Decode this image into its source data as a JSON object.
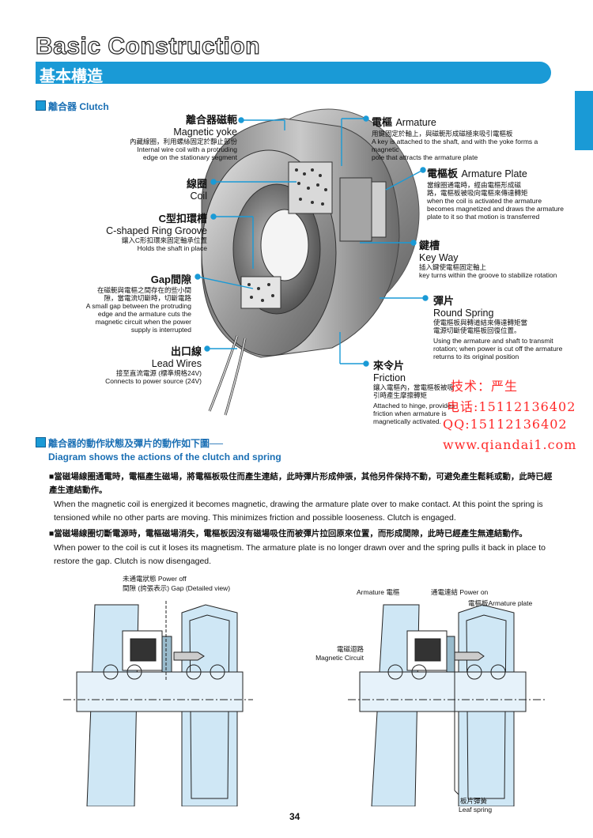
{
  "header": {
    "title_en": "Basic Construction",
    "title_zh": "基本構造"
  },
  "section1": {
    "label": "離合器 Clutch"
  },
  "labels_left": {
    "yoke": {
      "zh": "離合器磁軛",
      "en": "Magnetic yoke",
      "desc_zh": "內藏線圈，利用螺絲固定於靜止部份",
      "desc_en1": "Internal wire coil with a protruding",
      "desc_en2": "edge on the stationary segment"
    },
    "coil": {
      "zh": "線圈",
      "en": "Coil"
    },
    "groove": {
      "zh": "C型扣環槽",
      "en": "C-shaped Ring Groove",
      "desc_zh": "鑲入C形扣環來固定軸承位置",
      "desc_en": "Holds the shaft in place"
    },
    "gap": {
      "zh": "Gap間隙",
      "desc_zh1": "在磁軛與電樞之間存在的些小間",
      "desc_zh2": "隙，當電流切斷時，切斷電路",
      "desc_en1": "A small gap between the protruding",
      "desc_en2": "edge and the armature cuts the",
      "desc_en3": "magnetic circuit when the power",
      "desc_en4": "supply is interrupted"
    },
    "wires": {
      "zh": "出口線",
      "en": "Lead Wires",
      "desc_zh": "接至直流電源 (標準規格24V)",
      "desc_en": "Connects to power source (24V)"
    }
  },
  "labels_right": {
    "armature": {
      "zh": "電樞",
      "en": "Armature",
      "desc_zh": "用鍵固定於軸上，與磁軛形成磁極來吸引電樞板",
      "desc_en1": "A key is attached to the shaft, and with the yoke forms a magnetic",
      "desc_en2": "pole that attracts the armature plate"
    },
    "plate": {
      "zh": "電樞板",
      "en": "Armature Plate",
      "desc_zh1": "當線圈通電時，經由電樞形成磁",
      "desc_zh2": "路，電樞板被吸向電樞來傳達轉矩",
      "desc_en1": "when the coil is activated the armature",
      "desc_en2": "becomes magnetized and draws the armature",
      "desc_en3": "plate to it so that motion is transferred"
    },
    "key": {
      "zh": "鍵槽",
      "en": "Key Way",
      "desc_zh": "插入鍵使電樞固定軸上",
      "desc_en": "key turns within the groove to stabilize rotation"
    },
    "spring": {
      "zh": "彈片",
      "en": "Round Spring",
      "desc_zh1": "使電樞板與轉道結來傳達轉矩當",
      "desc_zh2": "電源切斷使電樞板回復位置。",
      "desc_en1": "Using the armature and shaft to transmit",
      "desc_en2": "rotation; when power is cut off the armature",
      "desc_en3": "returns to its original position"
    },
    "friction": {
      "zh": "來令片",
      "en": "Friction",
      "desc_zh1": "鑲入電樞內，當電樞板被吸",
      "desc_zh2": "引時產生摩擦轉矩",
      "desc_en1": "Attached to hinge, provides",
      "desc_en2": "friction when armature is",
      "desc_en3": "magnetically activated."
    }
  },
  "watermark": {
    "line1": "技术：严生",
    "line2": "电话:15112136402",
    "line3": "QQ:15112136402",
    "line4": "www.qiandai1.com"
  },
  "section2": {
    "label_zh": "離合器的動作狀態及彈片的動作如下圖──",
    "label_en": "Diagram shows the actions of the clutch and spring"
  },
  "paragraphs": {
    "p1_zh": "■當磁場線圈通電時，電樞產生磁場，將電樞板吸住而產生連結，此時彈片形成伸張，其他另件保持不動，可避免產生鬆耗或動，此時已經產生連結動作。",
    "p1_en": "When the magnetic coil is energized it becomes magnetic, drawing the armature plate over to make contact.  At this point the spring is tensioned while no other parts are moving.  This minimizes friction and possible looseness.  Clutch is engaged.",
    "p2_zh": "■當磁場線圈切斷電源時，電樞磁場消失，電樞板因沒有磁場吸住而被彈片拉回原來位置，而形成間隙，此時已經產生無連結動作。",
    "p2_en": "When power to the coil is cut it loses its magnetism.  The armature plate is no longer drawn over and the spring pulls it back in place to restore the gap.  Clutch is now disengaged."
  },
  "diagram_left": {
    "l1": "未通電狀態 Power off",
    "l2": "間隙 (誇張表示) Gap (Detailed view)"
  },
  "diagram_right": {
    "armature": "Armature 電樞",
    "power_on": "通電連結 Power on",
    "plate": "電樞板Armature plate",
    "circuit_zh": "電磁迴路",
    "circuit_en": "Magnetic Circuit",
    "leaf_zh": "板片彈簧",
    "leaf_en": "Leaf spring"
  },
  "page_number": "34"
}
